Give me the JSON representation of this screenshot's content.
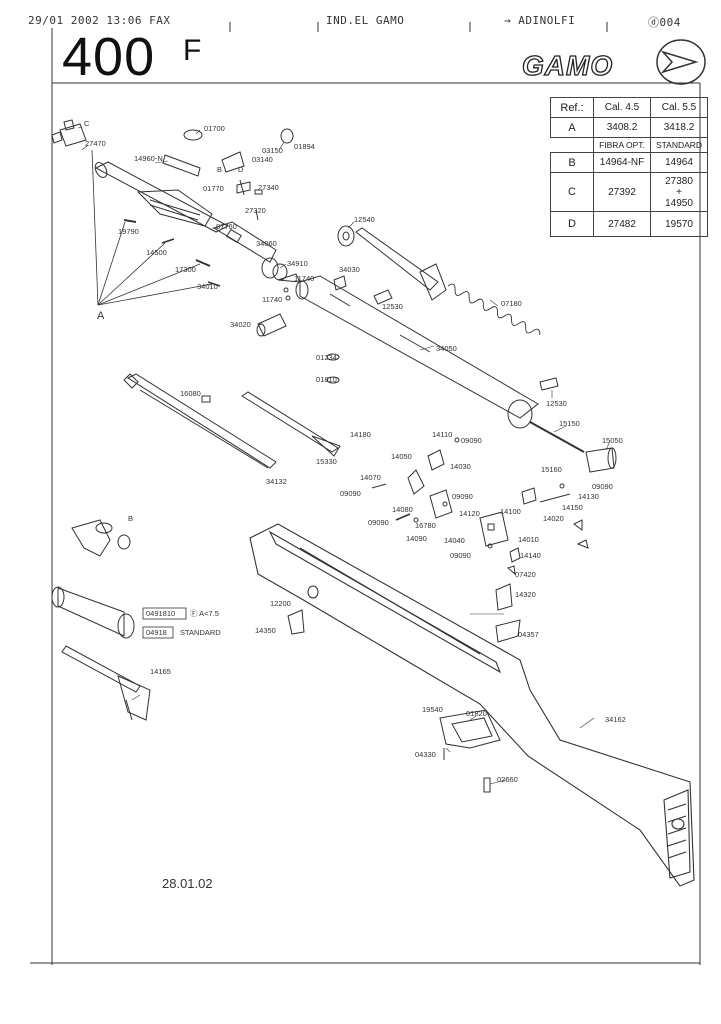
{
  "header": {
    "fax_stamp": "29/01 2002 13:06 FAX",
    "sender": "IND.EL GAMO",
    "recipient": "→ ADINOLFI",
    "page_no": "ⓓ004"
  },
  "model": {
    "number": "400",
    "suffix": "F"
  },
  "brand": {
    "logo_text": "GAMO"
  },
  "ref_table": {
    "ref_header": "Ref.:",
    "cal_45": "Cal. 4.5",
    "cal_55": "Cal. 5.5",
    "row_a": {
      "ref": "A",
      "v45": "3408.2",
      "v55": "3418.2"
    },
    "fibra_header": "FIBRA OPT.",
    "standard_header": "STANDARD",
    "row_b": {
      "ref": "B",
      "fibra": "14964-NF",
      "standard": "14964"
    },
    "row_c": {
      "ref": "C",
      "fibra": "27392",
      "standard_1": "27380",
      "plus": "+",
      "standard_2": "14950"
    },
    "row_d": {
      "ref": "D",
      "fibra": "27482",
      "standard": "19570"
    }
  },
  "parts": {
    "p27470": "27470",
    "pC": "C",
    "p01700": "01700",
    "p14960n": "14960-N",
    "p03150": "03150",
    "p01894": "01894",
    "p03140": "03140",
    "pD": "D",
    "p01770": "01770",
    "p27340": "27340",
    "pB1": "B",
    "p27320": "27320",
    "p07760": "07760",
    "p19790": "19790",
    "p14500": "14500",
    "p34060": "34060",
    "p17300": "17300",
    "p34010": "34010",
    "pA": "A",
    "p34910": "34910",
    "p11740a": "11740",
    "p11740b": "11740",
    "p34030": "34030",
    "p34020": "34020",
    "p12540": "12540",
    "p12530a": "12530",
    "p07180": "07180",
    "p34050": "34050",
    "p01234": "01234",
    "p01810": "01810",
    "p12530b": "12530",
    "p16080": "16080",
    "p14180": "14180",
    "p15330": "15330",
    "p34132": "34132",
    "p15150": "15150",
    "p14110": "14110",
    "p09090a": "09090",
    "p14050": "14050",
    "p14030": "14030",
    "p15050": "15050",
    "p15160": "15160",
    "p09090b": "09090",
    "p14130": "14130",
    "p14070": "14070",
    "p09090c": "09090",
    "p09090d": "09090",
    "p14150": "14150",
    "p14080": "14080",
    "p14120": "14120",
    "p14100": "14100",
    "p14020": "14020",
    "p09090e": "09090",
    "p16780": "16780",
    "p14040": "14040",
    "p14090": "14090",
    "p14010": "14010",
    "p09090f": "09090",
    "p14140": "14140",
    "p07420": "07420",
    "p14320": "14320",
    "p04357": "04357",
    "pB2": "B",
    "p12200": "12200",
    "p14350": "14350",
    "p0491810": "0491810",
    "p_ak75": "Ⓕ A<7.5",
    "p04918": "04918",
    "p_standard": "STANDARD",
    "p14165": "14165",
    "p19540": "19540",
    "p01820": "01820",
    "p34162": "34162",
    "p04330": "04330",
    "p02660": "02660"
  },
  "footer": {
    "date": "28.01.02"
  },
  "colors": {
    "ink": "#222222",
    "paper": "#ffffff"
  }
}
